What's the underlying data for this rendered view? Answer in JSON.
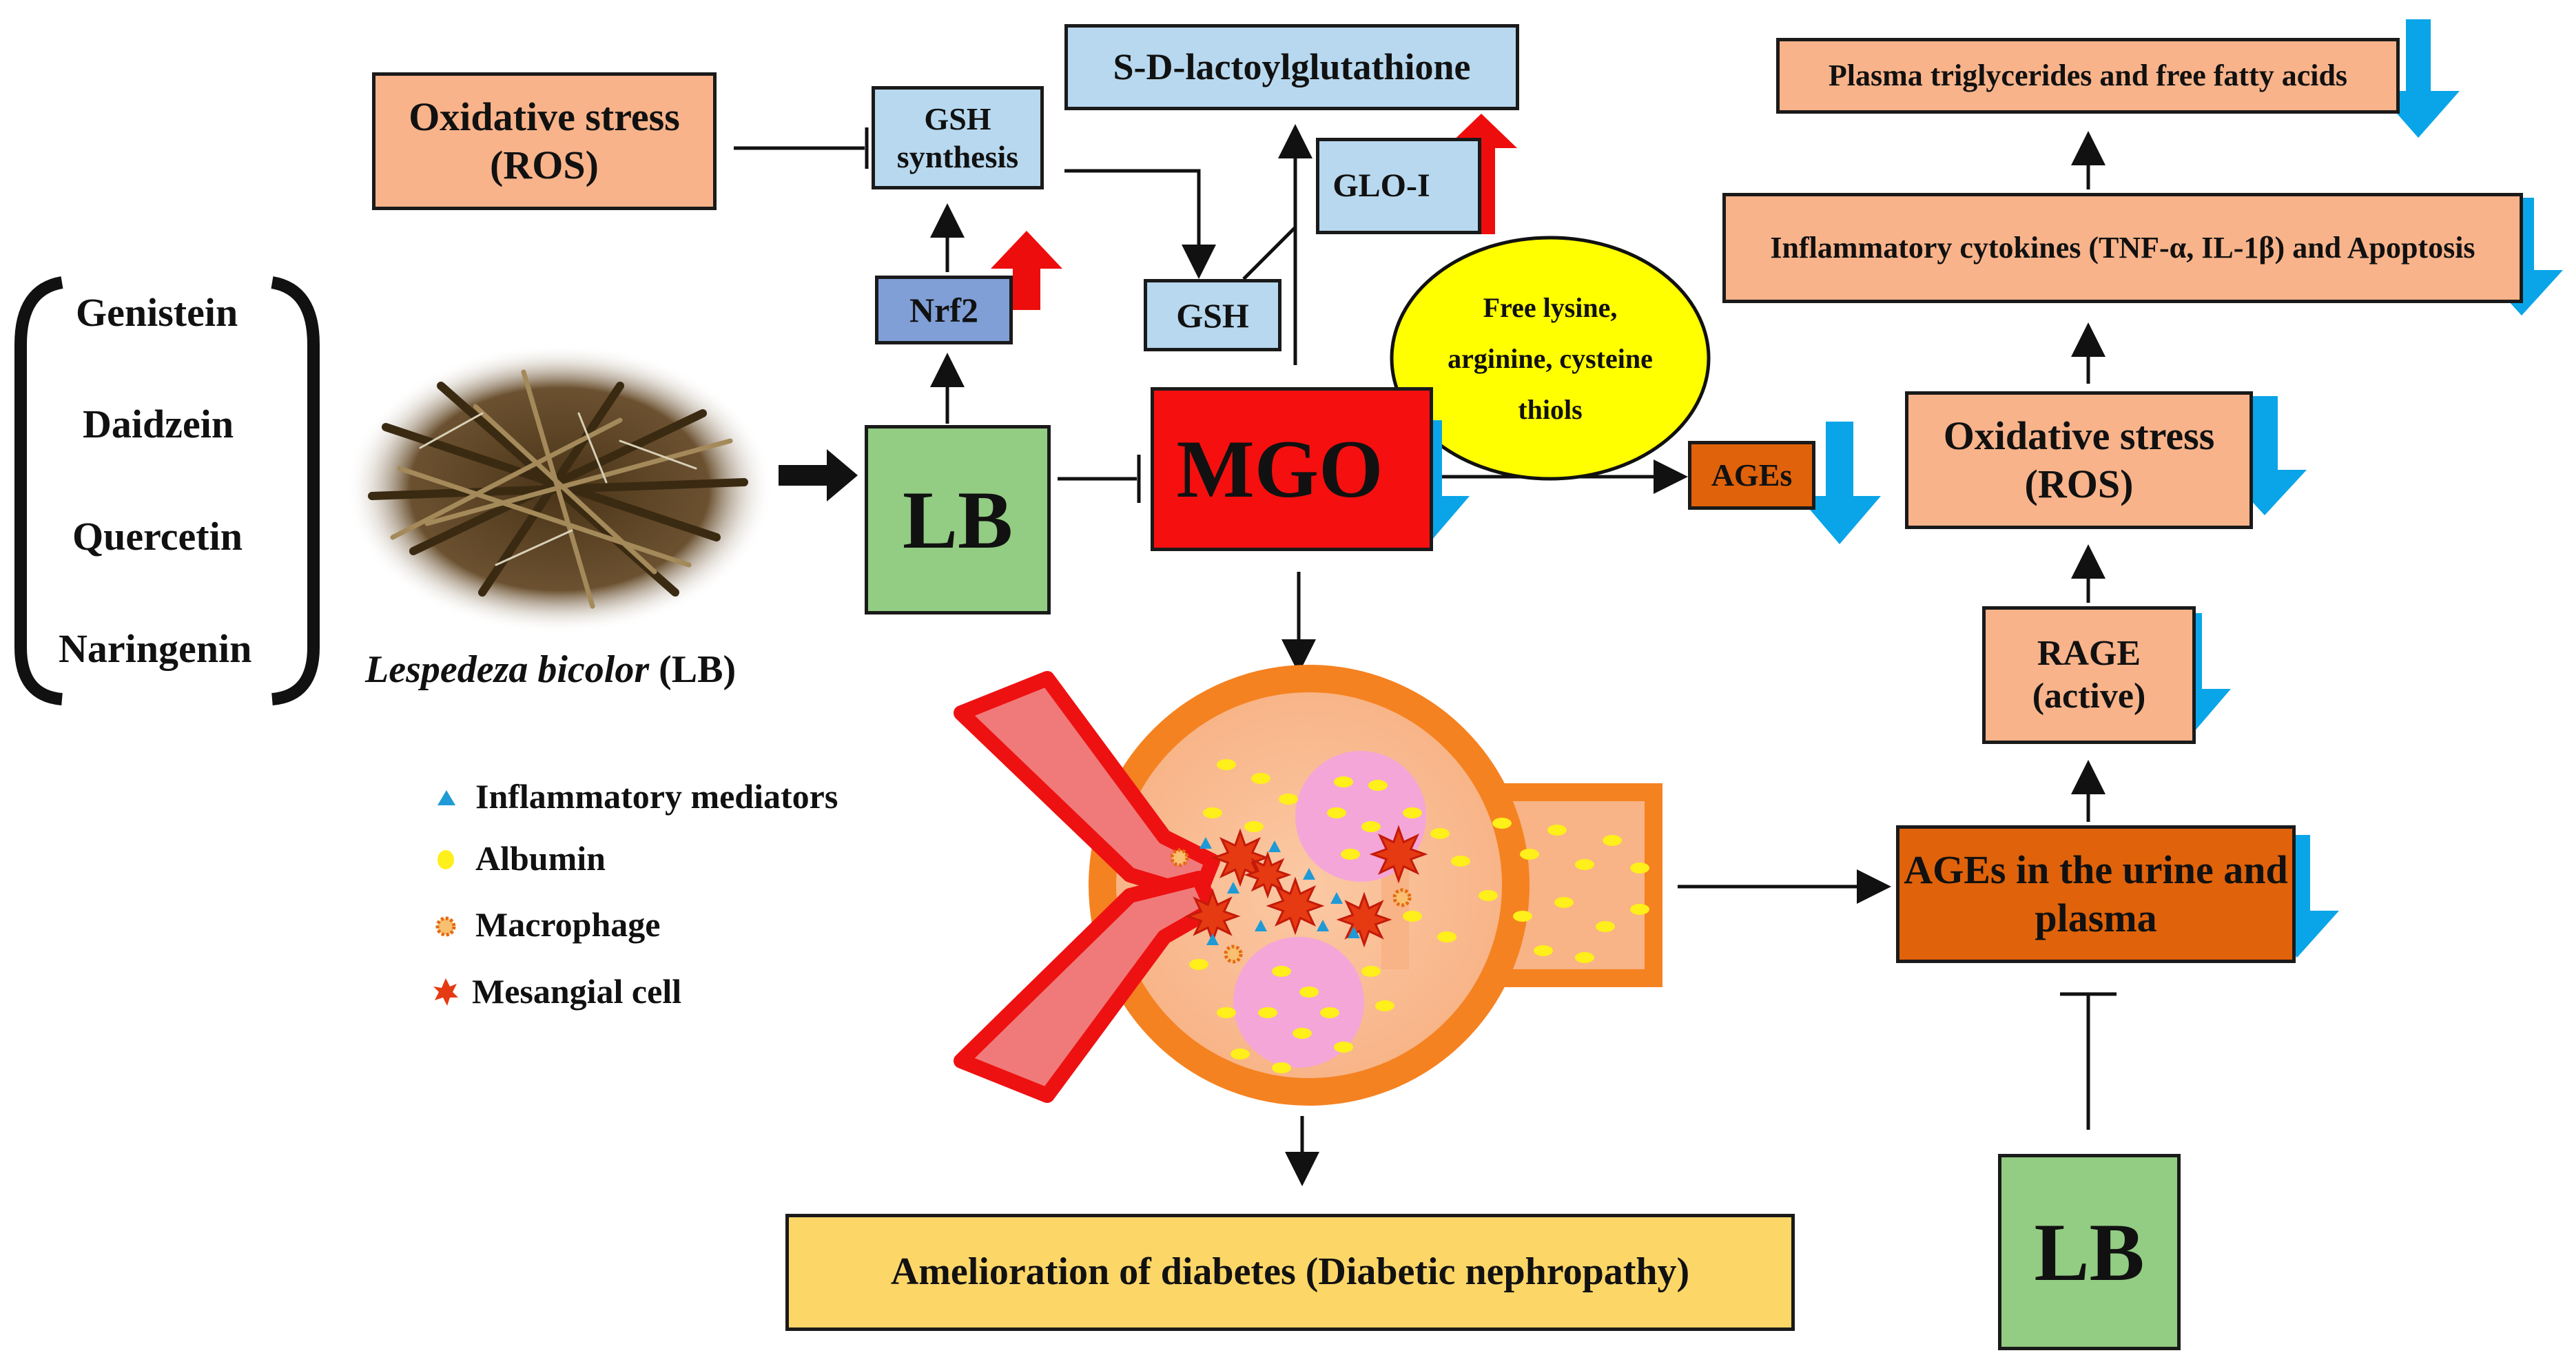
{
  "compounds": {
    "genistein": "Genistein",
    "daidzein": "Daidzein",
    "quercetin": "Quercetin",
    "naringenin": "Naringenin"
  },
  "plant": {
    "name_italic": "Lespedeza bicolor",
    "abbrev": "(LB)"
  },
  "nodes": {
    "oxidative_stress_left": "Oxidative stress (ROS)",
    "gsh_synthesis": "GSH synthesis",
    "nrf2": "Nrf2",
    "gsh": "GSH",
    "s_d_lactoylglutathione": "S-D-lactoylglutathione",
    "glo_i": "GLO-I",
    "lb_center": "LB",
    "mgo": "MGO",
    "free_aa": "Free lysine, arginine, cysteine thiols",
    "ages_small": "AGEs",
    "plasma_tg": "Plasma triglycerides and free fatty acids",
    "inflammatory_cytokines": "Inflammatory cytokines (TNF-α, IL-1β) and Apoptosis",
    "oxidative_stress_right": "Oxidative stress (ROS)",
    "rage": "RAGE (active)",
    "ages_urine": "AGEs in the urine and plasma",
    "lb_right": "LB",
    "amelioration": "Amelioration of diabetes (Diabetic nephropathy)"
  },
  "legend": {
    "inflammatory": "Inflammatory mediators",
    "albumin": "Albumin",
    "macrophage": "Macrophage",
    "mesangial": "Mesangial cell"
  },
  "colors": {
    "orange_box": "#f8b38a",
    "blue_box": "#b7d8ee",
    "nrf2_box": "#7f9fd6",
    "lb_green": "#93cc83",
    "mgo_red": "#f50f0f",
    "ages_dark_orange": "#e0620a",
    "amelioration_gold": "#fdd668",
    "yellow_ellipse": "#ffff00",
    "down_arrow_blue": "#0aa5e8",
    "up_arrow_red": "#ee0d0d"
  }
}
